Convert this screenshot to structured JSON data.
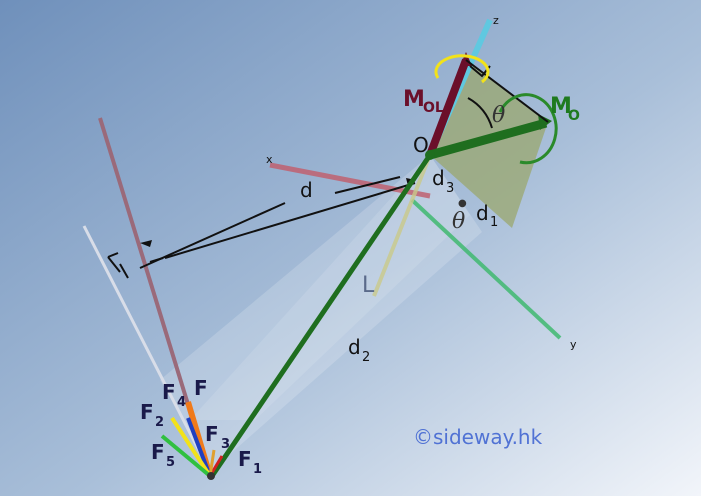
{
  "labels": {
    "z_axis": "z",
    "x_axis": "x",
    "y_axis": "y",
    "moment_ol": "M",
    "moment_ol_sub": "OL",
    "moment_o": "M",
    "moment_o_sub": "O",
    "origin": "O",
    "theta_top": "θ",
    "theta_mid": "θ",
    "distance_d": "d",
    "distance_d1": "d",
    "distance_d1_sub": "1",
    "distance_d2": "d",
    "distance_d2_sub": "2",
    "distance_d3": "d",
    "distance_d3_sub": "3",
    "line_l": "L",
    "force_f": "F",
    "force_f1": "F",
    "force_f1_sub": "1",
    "force_f2": "F",
    "force_f2_sub": "2",
    "force_f3": "F",
    "force_f3_sub": "3",
    "force_f4": "F",
    "force_f4_sub": "4",
    "force_f5": "F",
    "force_f5_sub": "5",
    "watermark": "©sideway.hk"
  },
  "colors": {
    "background_top": "#7b9bc2",
    "background_bottom": "#e8eef6",
    "moment_ol": "#6b0f2a",
    "moment_o": "#1f7a1f",
    "plane": "#9aa66a",
    "x_axis": "#c06070",
    "y_axis": "#40b870",
    "z_axis": "#60c8e0",
    "watermark": "#3a5fd0"
  }
}
